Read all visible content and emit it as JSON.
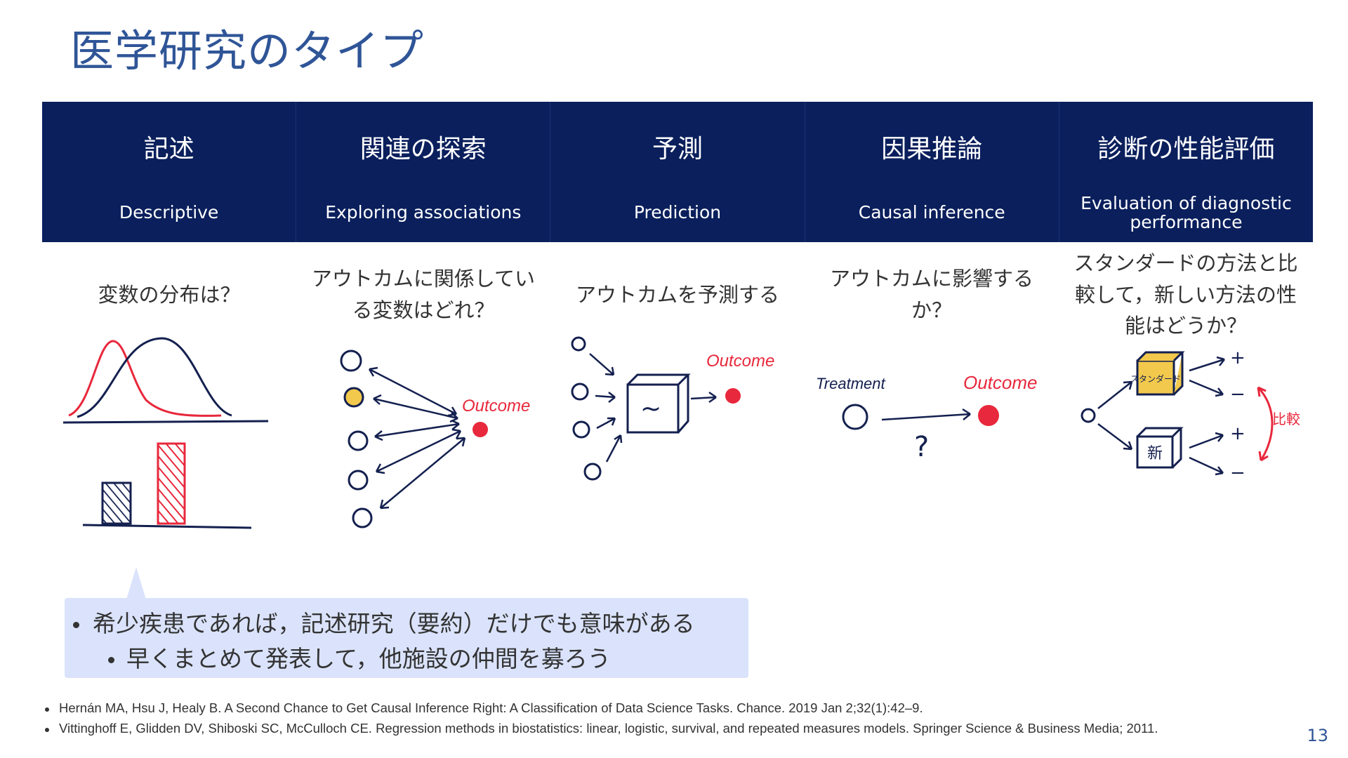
{
  "title": "医学研究のタイプ",
  "columns": [
    {
      "ja": "記述",
      "en": "Descriptive",
      "question": "変数の分布は？"
    },
    {
      "ja": "関連の探索",
      "en": "Exploring associations",
      "question": "アウトカムに関係している変数はどれ？"
    },
    {
      "ja": "予測",
      "en": "Prediction",
      "question": "アウトカムを予測する"
    },
    {
      "ja": "因果推論",
      "en": "Causal inference",
      "question": "アウトカムに影響するか？"
    },
    {
      "ja": "診断の性能評価",
      "en": "Evaluation of diagnostic performance",
      "question": "スタンダードの方法と比較して，新しい方法の性能はどうか？"
    }
  ],
  "sketch_labels": {
    "outcome": "Outcome",
    "treatment": "Treatment",
    "question_mark": "?",
    "standard_box": "スタンダード",
    "new_box": "新",
    "plus": "+",
    "minus": "−",
    "compare": "比較",
    "tilde": "~"
  },
  "note": {
    "line1": "希少疾患であれば，記述研究（要約）だけでも意味がある",
    "line2": "早くまとめて発表して，他施設の仲間を募ろう"
  },
  "references": [
    "Hernán MA, Hsu J, Healy B. A Second Chance to Get Causal Inference Right: A Classification of Data Science Tasks. Chance. 2019 Jan 2;32(1):42–9.",
    "Vittinghoff E, Glidden DV, Shiboski SC, McCulloch CE. Regression methods in biostatistics: linear, logistic, survival, and repeated measures models. Springer Science & Business Media; 2011."
  ],
  "page_number": "13",
  "colors": {
    "title": "#2f5597",
    "header_bg": "#0a1f5c",
    "ink": "#14204f",
    "red": "#e8283c",
    "yellow": "#f2c94c",
    "note_bg": "#dae3fb"
  }
}
